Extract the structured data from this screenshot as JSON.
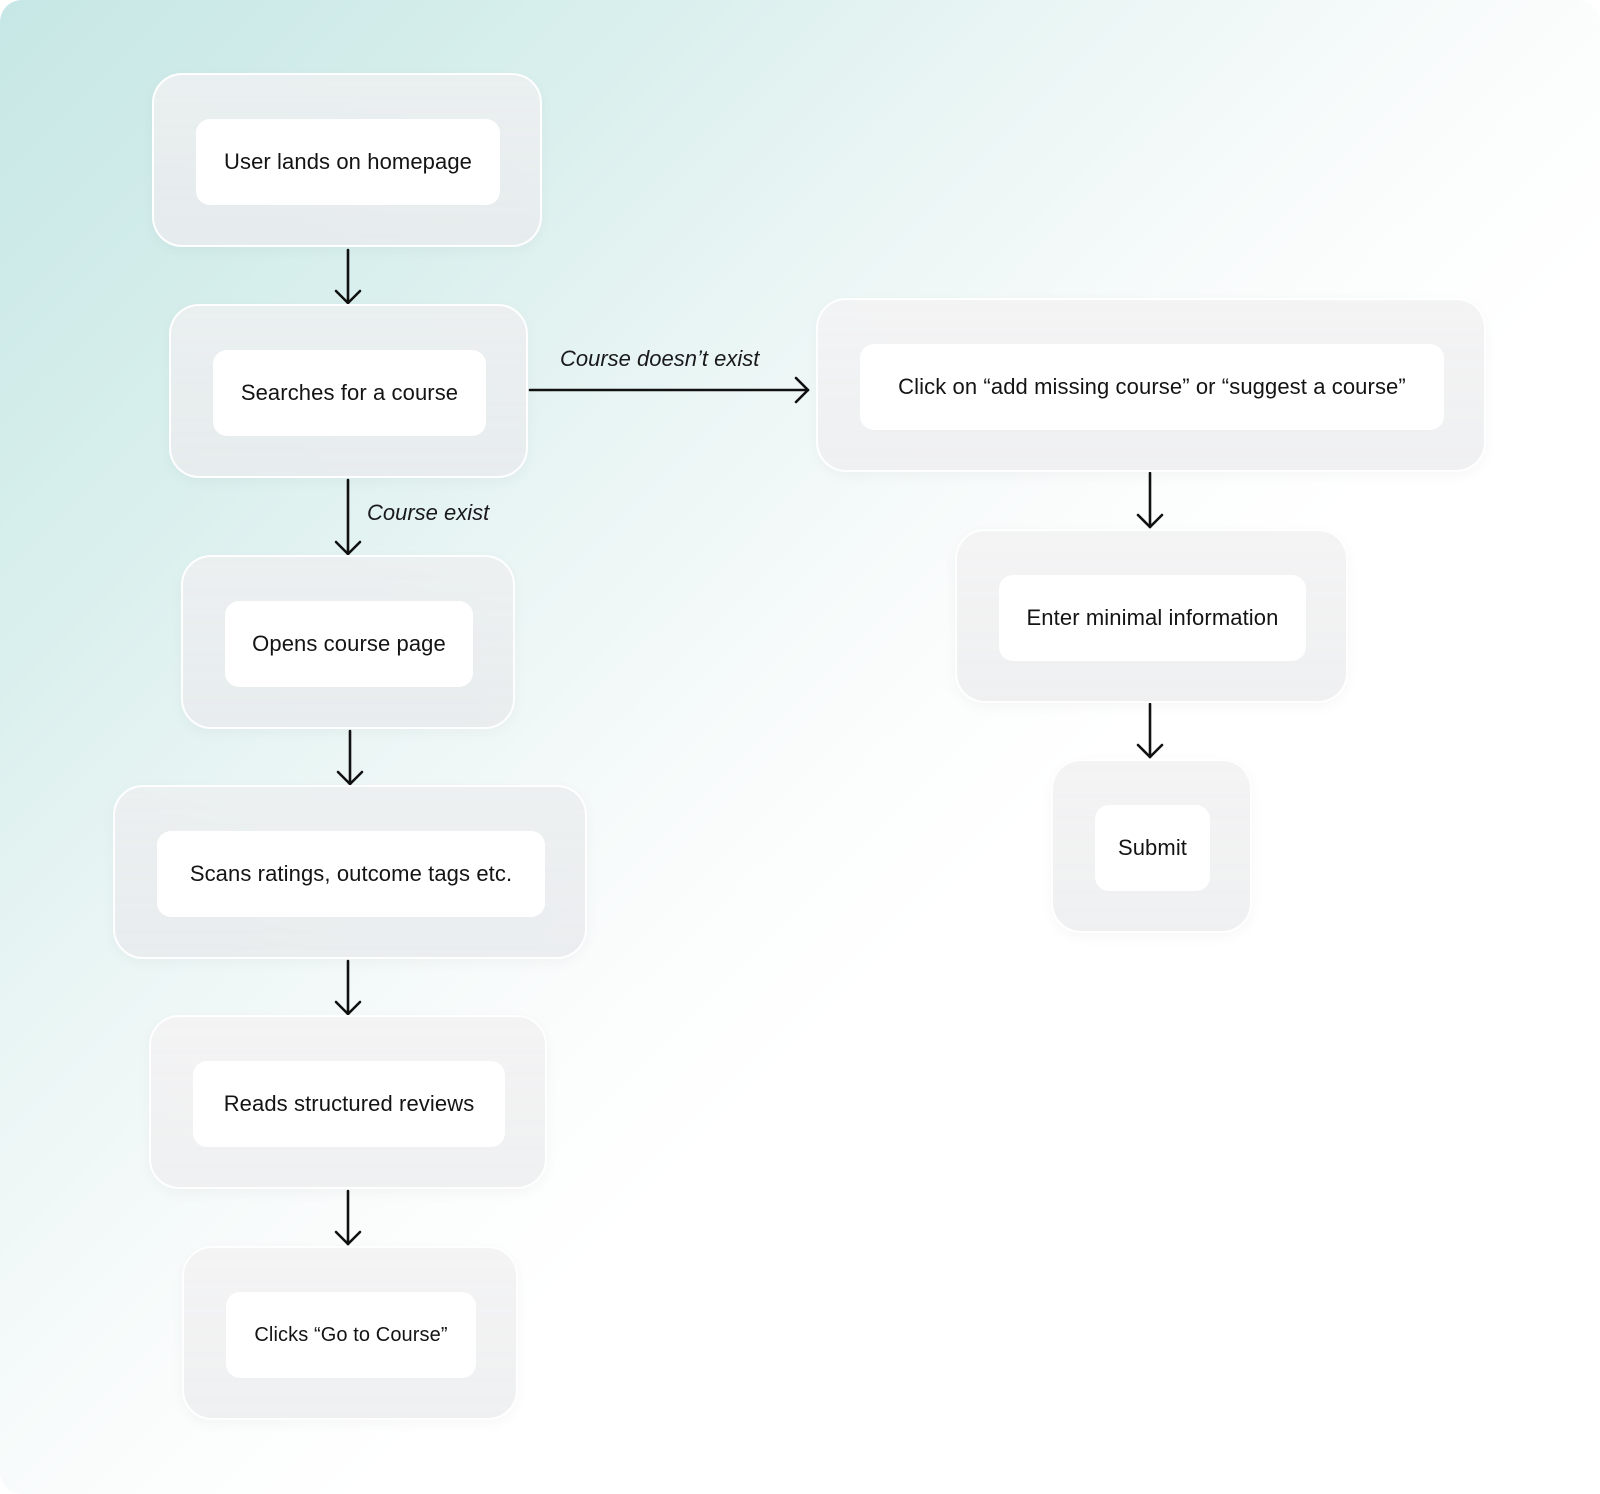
{
  "nodes": {
    "homepage": "User lands on homepage",
    "search": "Searches for a course",
    "open_course": "Opens course page",
    "scan": "Scans ratings, outcome tags etc.",
    "reviews": "Reads structured reviews",
    "go_to_course": "Clicks “Go to Course”",
    "add_missing": "Click on “add missing course” or “suggest a course”",
    "enter_info": "Enter minimal information",
    "submit": "Submit"
  },
  "edges": {
    "course_missing_label": "Course doesn’t exist",
    "course_exists_label": "Course exist"
  },
  "colors": {
    "arrow": "#111111",
    "pill_background": "#ffffff",
    "gradient_accent": "#c6e7e5"
  }
}
